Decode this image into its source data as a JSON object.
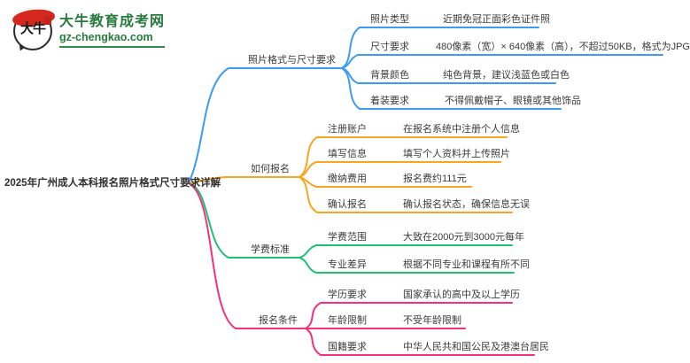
{
  "logo": {
    "site_name": "大牛教育成考网",
    "site_url": "gz-chengkao.com",
    "icon_text": "大牛"
  },
  "colors": {
    "branch_blue": "#3E9BF4",
    "branch_orange": "#F5A623",
    "branch_green": "#21BF73",
    "branch_pink": "#F5317F",
    "logo_green": "#267B3D",
    "text": "#3B3B3B"
  },
  "mindmap": {
    "root": "2025年广州成人本科报名照片格式尺寸要求详解",
    "branches": [
      {
        "label": "照片格式与尺寸要求",
        "color": "#3E9BF4",
        "children": [
          {
            "label": "照片类型",
            "value": "近期免冠正面彩色证件照"
          },
          {
            "label": "尺寸要求",
            "value": "480像素（宽）× 640像素（高），不超过50KB，格式为JPG"
          },
          {
            "label": "背景颜色",
            "value": "纯色背景，建议浅蓝色或白色"
          },
          {
            "label": "着装要求",
            "value": "不得佩戴帽子、眼镜或其他饰品"
          }
        ]
      },
      {
        "label": "如何报名",
        "color": "#F5A623",
        "children": [
          {
            "label": "注册账户",
            "value": "在报名系统中注册个人信息"
          },
          {
            "label": "填写信息",
            "value": "填写个人资料并上传照片"
          },
          {
            "label": "缴纳费用",
            "value": "报名费约111元"
          },
          {
            "label": "确认报名",
            "value": "确认报名状态，确保信息无误"
          }
        ]
      },
      {
        "label": "学费标准",
        "color": "#21BF73",
        "children": [
          {
            "label": "学费范围",
            "value": "大致在2000元到3000元每年"
          },
          {
            "label": "专业差异",
            "value": "根据不同专业和课程有所不同"
          }
        ]
      },
      {
        "label": "报名条件",
        "color": "#F5317F",
        "children": [
          {
            "label": "学历要求",
            "value": "国家承认的高中及以上学历"
          },
          {
            "label": "年龄限制",
            "value": "不受年龄限制"
          },
          {
            "label": "国籍要求",
            "value": "中华人民共和国公民及港澳台居民"
          }
        ]
      }
    ]
  }
}
